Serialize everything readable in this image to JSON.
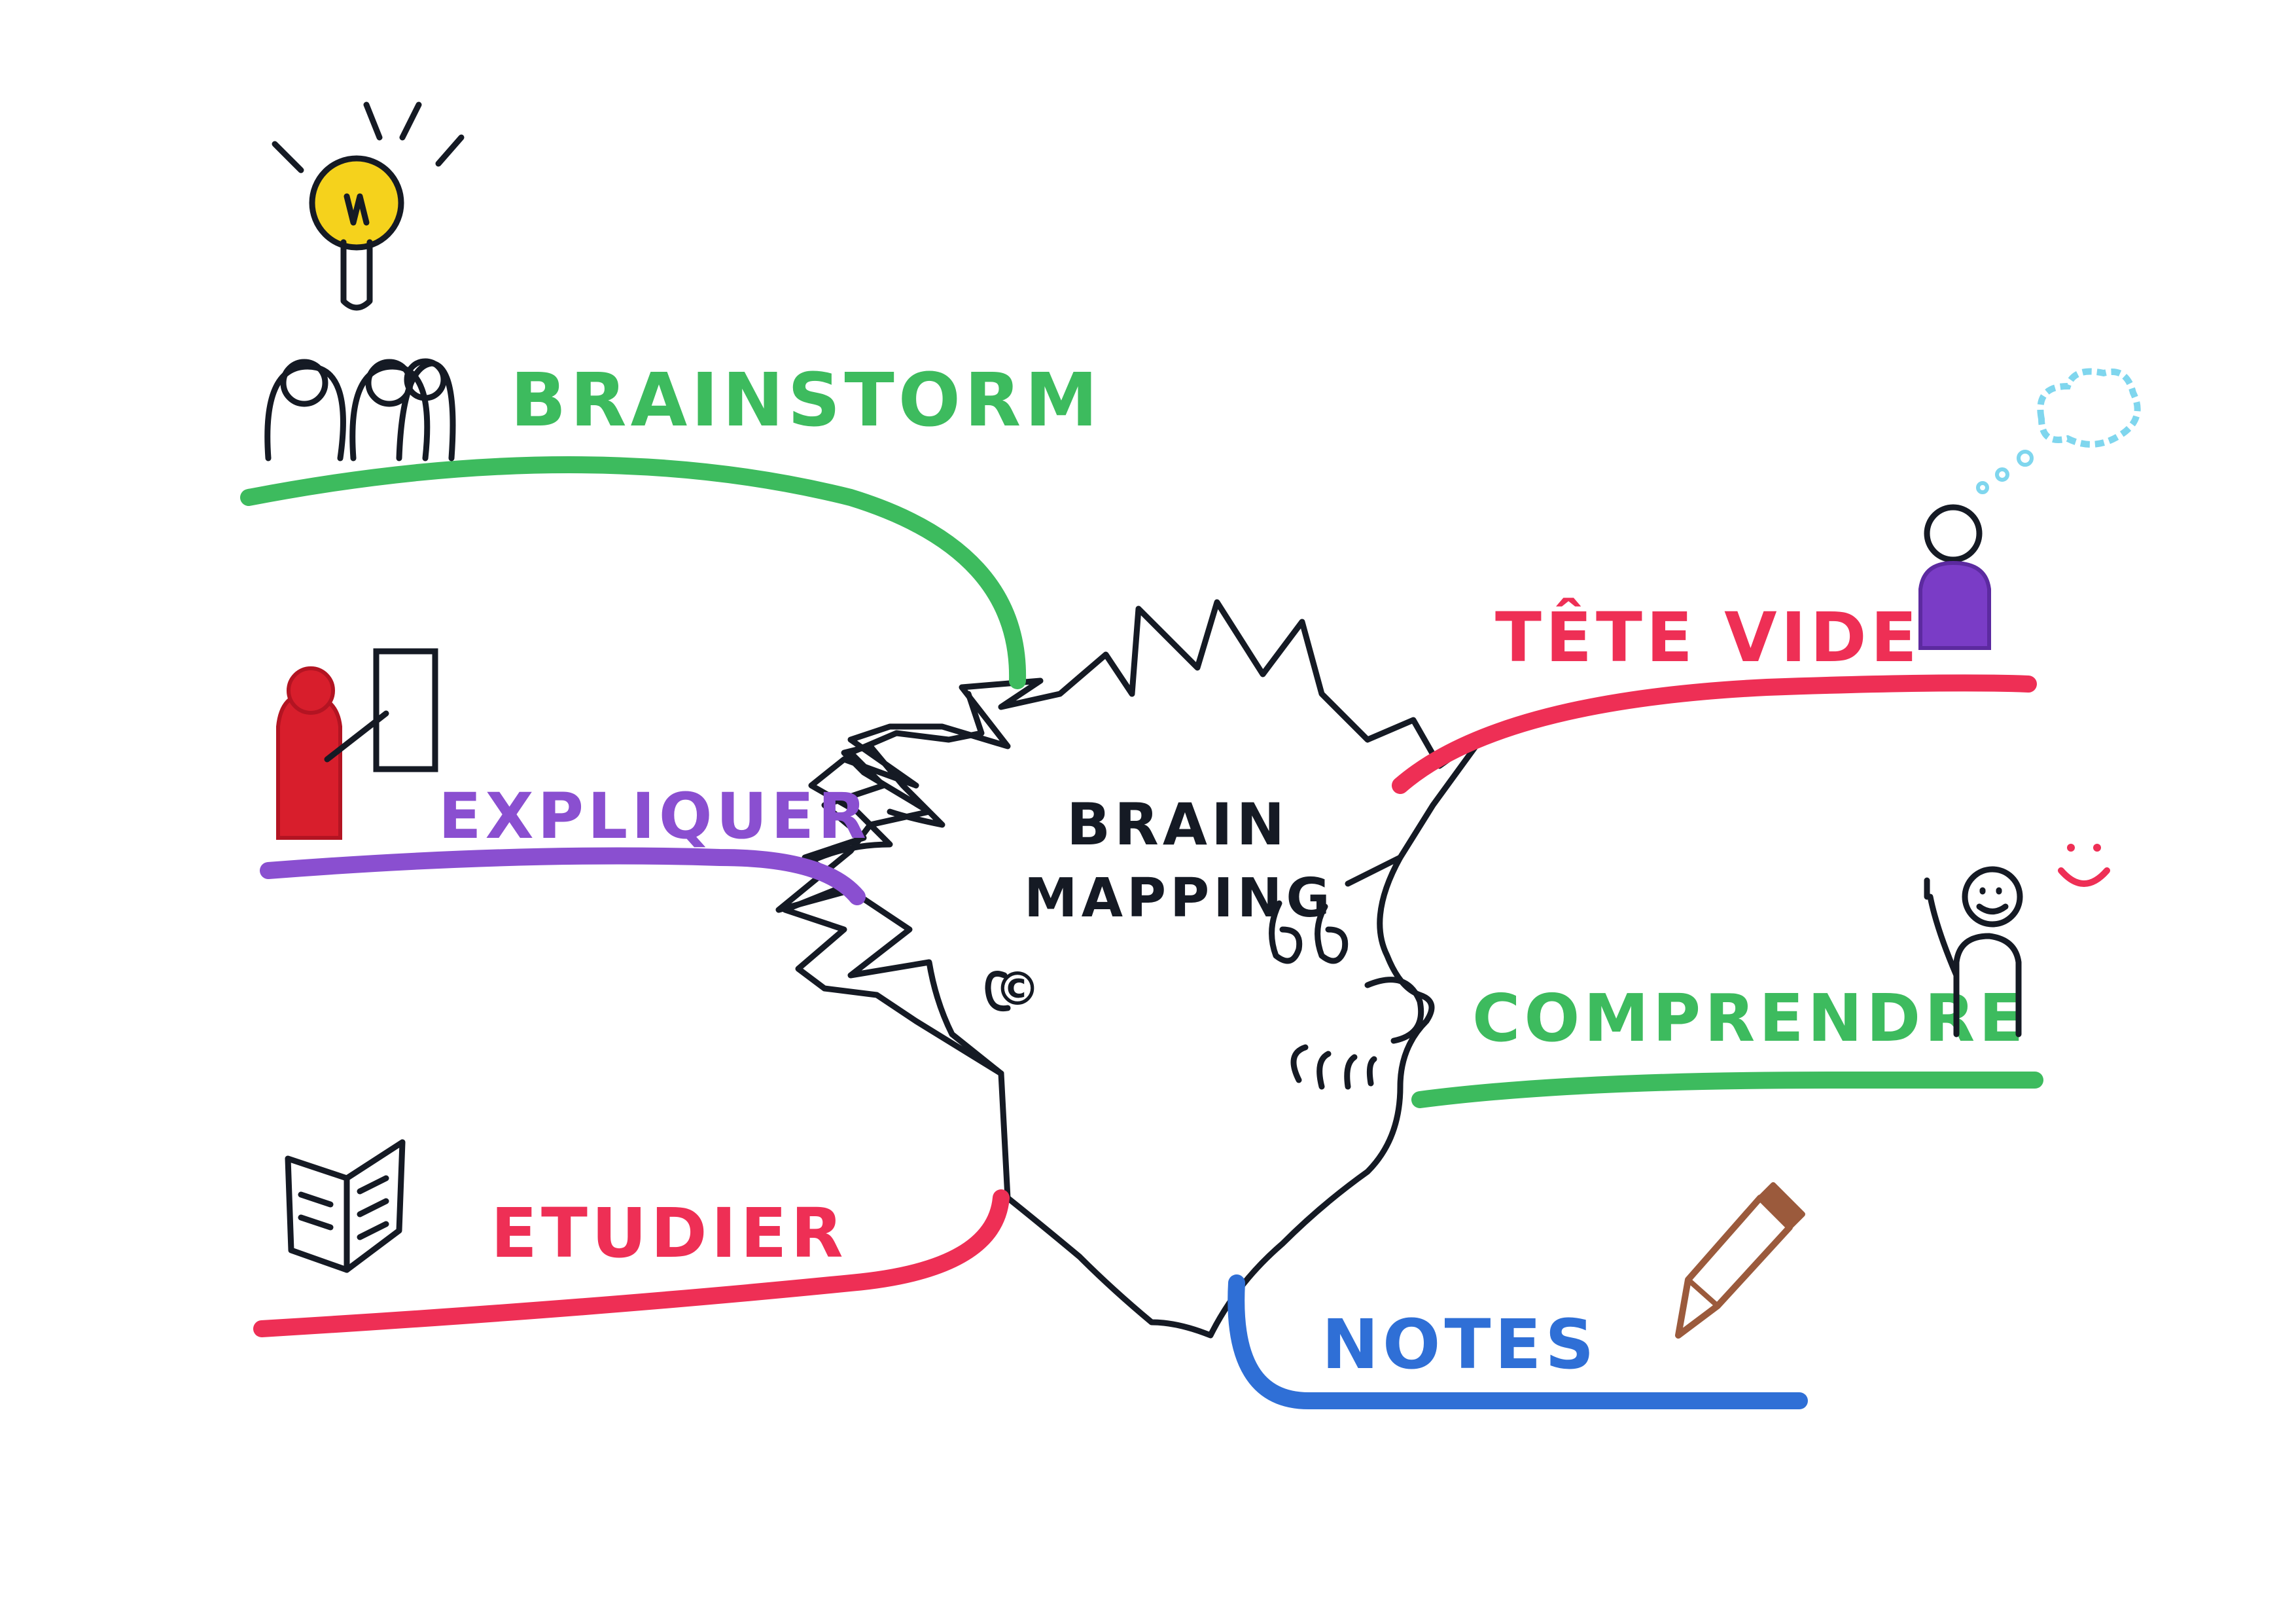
{
  "center": {
    "line1": "BRAIN",
    "line2": "MAPPING",
    "copyright": "©"
  },
  "branches": {
    "brainstorm": {
      "label": "BRAINSTORM",
      "color": "#3dbb5e",
      "icon": "people-idea-icon"
    },
    "expliquer": {
      "label": "EXPLIQUER",
      "color": "#8a4fd0",
      "icon": "presenter-icon"
    },
    "etudier": {
      "label": "ETUDIER",
      "color": "#ee2f55",
      "icon": "book-icon"
    },
    "tete_vide": {
      "label": "TÊTE VIDE",
      "color": "#ee2f55",
      "icon": "thinking-person-icon"
    },
    "comprendre": {
      "label": "COMPRENDRE",
      "color": "#3dbb5e",
      "icon": "happy-person-icon"
    },
    "notes": {
      "label": "NOTES",
      "color": "#2f6fd6",
      "icon": "pencil-icon"
    }
  },
  "colors": {
    "ink": "#151a24",
    "bulb": "#f5d21c",
    "cloud": "#7fd6ee",
    "purple_figure": "#7a3cc6",
    "red_figure": "#d81e2c",
    "pencil": "#9b5a3c"
  }
}
